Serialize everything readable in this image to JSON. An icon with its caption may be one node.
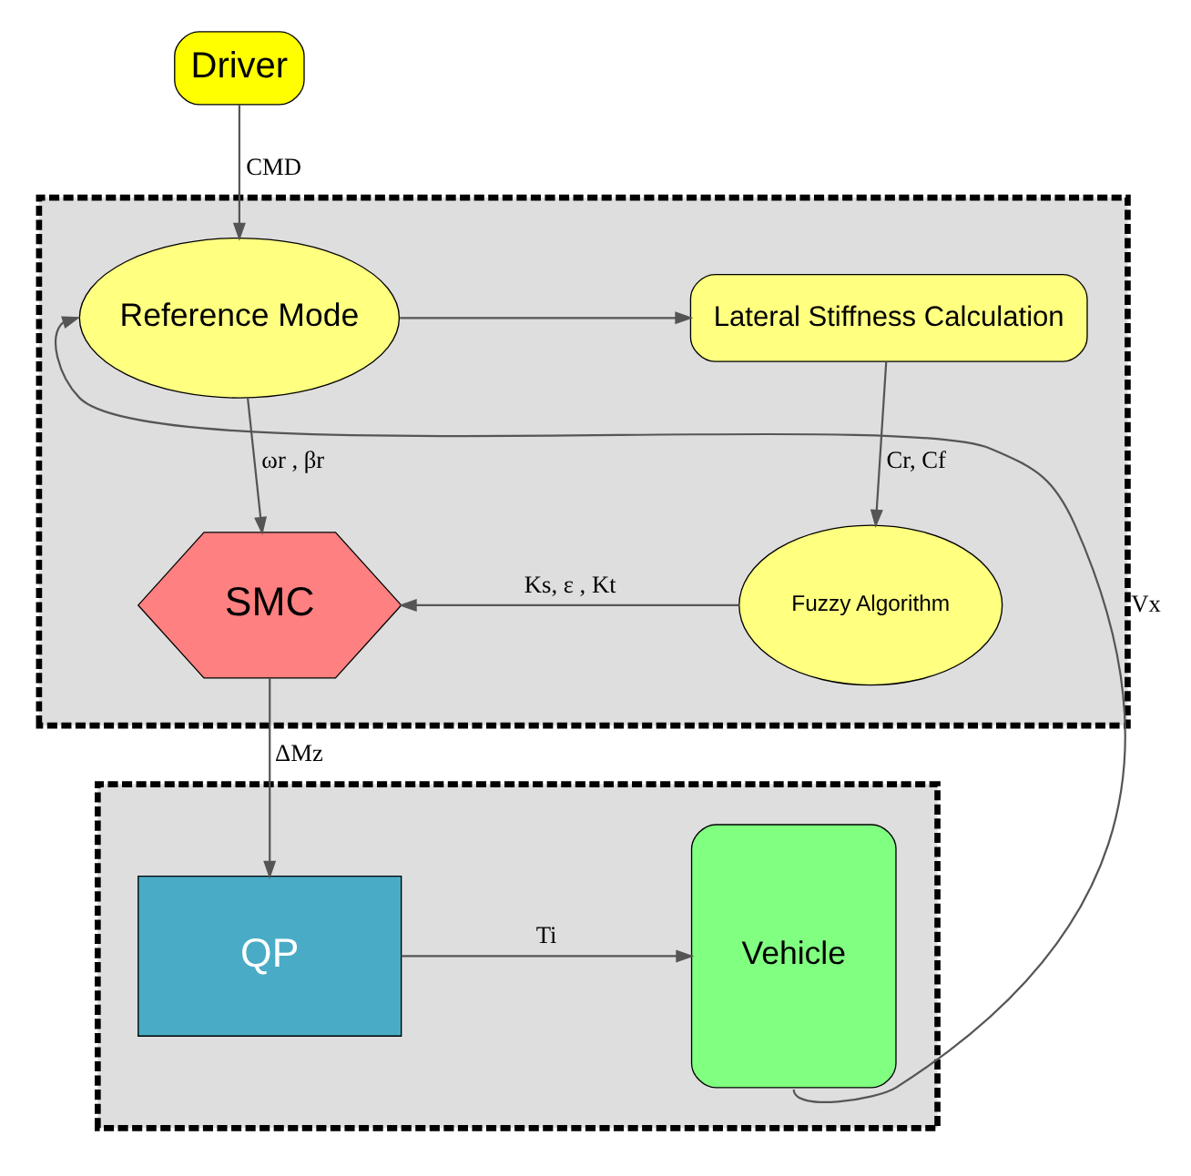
{
  "diagram": {
    "nodes": [
      {
        "text": [
          "Driver"
        ]
      },
      {
        "text": [],
        "shape": "box"
      },
      {
        "text": [
          "Reference Mode"
        ],
        "in": 1
      },
      {
        "text": [
          "Lateral Stiffness Calculation"
        ],
        "in": 1
      },
      {
        "text": [
          "SMC"
        ],
        "in": 1
      },
      {
        "text": [
          "Fuzzy Algorithm"
        ],
        "in": 1
      },
      {
        "text": [],
        "shape": "box"
      },
      {
        "text": [
          "QP"
        ],
        "in": 6
      },
      {
        "text": [
          "Vehicle"
        ],
        "in": 6
      }
    ],
    "edges": [
      {
        "from": 0,
        "to": 2,
        "arrow": "to",
        "label": "CMD"
      },
      {
        "from": 2,
        "to": 3,
        "arrow": "to"
      },
      {
        "from": 2,
        "to": 4,
        "arrow": "to",
        "label": "ωr , βr"
      },
      {
        "from": 3,
        "to": 5,
        "arrow": "to",
        "label": "Cr, Cf"
      },
      {
        "from": 5,
        "to": 4,
        "arrow": "to",
        "label": "Ks, ε , Kt"
      },
      {
        "from": 4,
        "to": 7,
        "arrow": "to",
        "label": "ΔMz"
      },
      {
        "from": 7,
        "to": 8,
        "arrow": "to",
        "label": "Ti"
      },
      {
        "from": 8,
        "to": 2,
        "arrow": "to",
        "label": "Vx"
      }
    ]
  }
}
